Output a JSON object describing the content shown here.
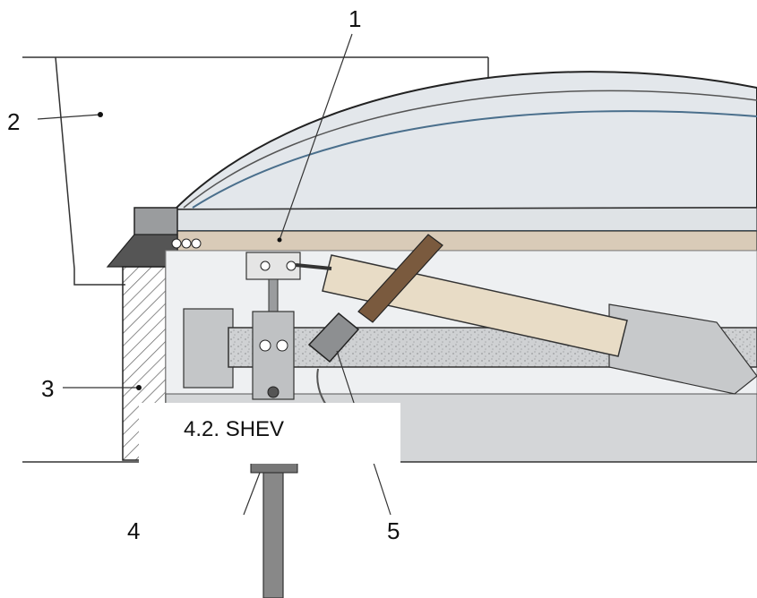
{
  "callouts": {
    "c1": "1",
    "c2": "2",
    "c3": "3",
    "c4": "4",
    "c5": "5"
  },
  "section": {
    "title": "4.2. SHEV"
  },
  "colors": {
    "dome": "#d6dce2",
    "dome_edge": "#4a6f8c",
    "frame": "#d9cbb8",
    "steel": "#c8cacc",
    "actuator": "#e8dcc6",
    "handle": "#7a5a3e",
    "outline": "#222222"
  }
}
